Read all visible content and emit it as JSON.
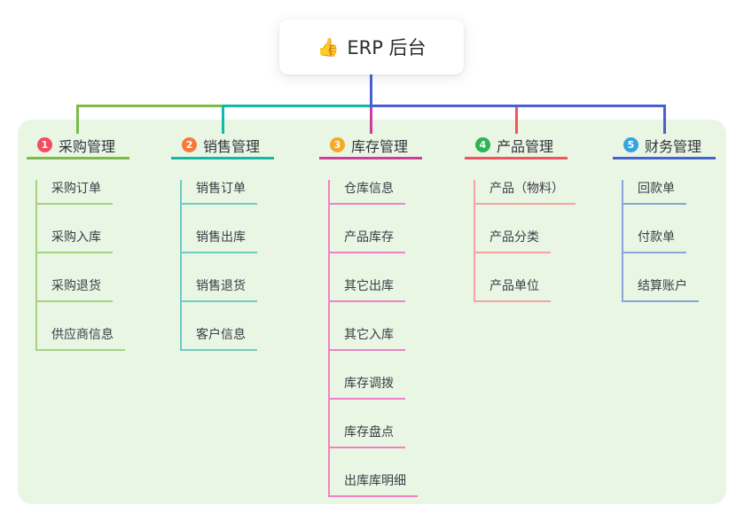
{
  "root": {
    "icon": "👍",
    "label": "ERP 后台"
  },
  "colors": {
    "canvas_bg": "#ffffff",
    "panel_bg": "#e9f6e4",
    "root_connector": "#4a60d0",
    "branch_1_main": "#7cbb49",
    "branch_1_light": "#a4d37f",
    "branch_1_badge": "#f64c60",
    "branch_2_main": "#14b8a6",
    "branch_2_light": "#6fccc2",
    "branch_2_badge": "#f57a3a",
    "branch_3_main": "#ce3d99",
    "branch_3_light": "#ef82c4",
    "branch_3_badge": "#f7a922",
    "branch_4_main": "#f2545f",
    "branch_4_light": "#f6a2a6",
    "branch_4_badge": "#2eb453",
    "branch_5_main": "#4763cd",
    "branch_5_light": "#8ba3da",
    "branch_5_badge": "#34a5e0"
  },
  "branches": [
    {
      "num": "1",
      "label": "采购管理",
      "items": [
        "采购订单",
        "采购入库",
        "采购退货",
        "供应商信息"
      ]
    },
    {
      "num": "2",
      "label": "销售管理",
      "items": [
        "销售订单",
        "销售出库",
        "销售退货",
        "客户信息"
      ]
    },
    {
      "num": "3",
      "label": "库存管理",
      "items": [
        "仓库信息",
        "产品库存",
        "其它出库",
        "其它入库",
        "库存调拨",
        "库存盘点",
        "出库库明细"
      ]
    },
    {
      "num": "4",
      "label": "产品管理",
      "items": [
        "产品（物料）",
        "产品分类",
        "产品单位"
      ]
    },
    {
      "num": "5",
      "label": "财务管理",
      "items": [
        "回款单",
        "付款单",
        "结算账户"
      ]
    }
  ]
}
